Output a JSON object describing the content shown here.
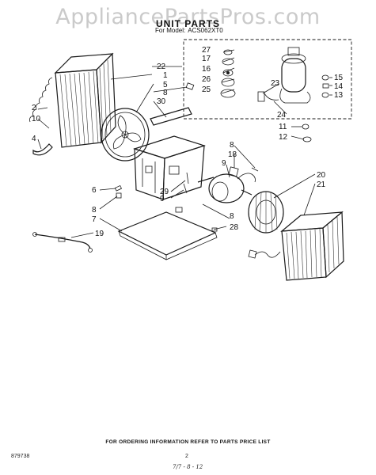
{
  "watermark": "AppliancePartsPros.com",
  "header": {
    "title": "UNIT PARTS",
    "model_label": "For Model:",
    "model_number": "ACS062XT0"
  },
  "callouts": [
    "1",
    "2",
    "3",
    "4",
    "5",
    "6",
    "7",
    "8",
    "8",
    "8",
    "9",
    "10",
    "11",
    "12",
    "13",
    "14",
    "15",
    "16",
    "17",
    "18",
    "19",
    "20",
    "21",
    "22",
    "23",
    "24",
    "25",
    "26",
    "27",
    "28",
    "29",
    "30"
  ],
  "footer": {
    "ordering_note": "FOR ORDERING INFORMATION REFER TO PARTS PRICE LIST",
    "doc_number": "879738",
    "page_number": "2",
    "date_code": "7/7 - 8 - 12"
  }
}
